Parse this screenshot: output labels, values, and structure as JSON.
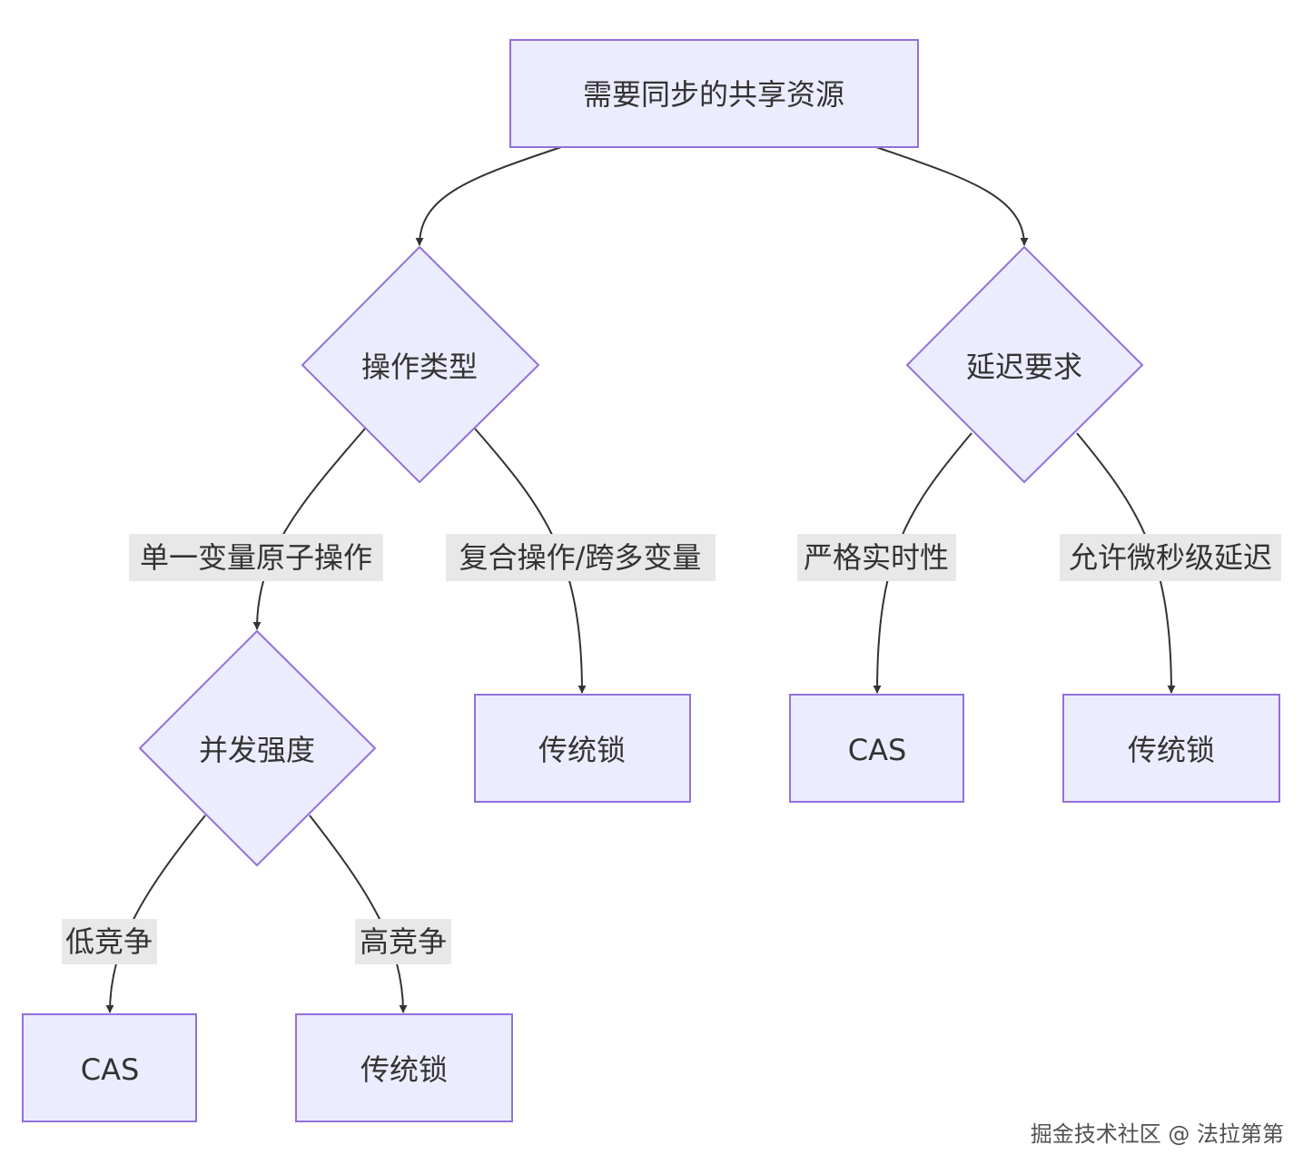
{
  "diagram": {
    "nodes": {
      "root": "需要同步的共享资源",
      "op_type": "操作类型",
      "latency": "延迟要求",
      "concurrency": "并发强度",
      "lock_composite": "传统锁",
      "cas_strict": "CAS",
      "lock_latency": "传统锁",
      "cas_low": "CAS",
      "lock_high": "传统锁"
    },
    "edges": {
      "single_atomic": "单一变量原子操作",
      "composite": "复合操作/跨多变量",
      "strict_realtime": "严格实时性",
      "allow_latency": "允许微秒级延迟",
      "low_contention": "低竞争",
      "high_contention": "高竞争"
    }
  },
  "watermark": "掘金技术社区 @ 法拉第第"
}
